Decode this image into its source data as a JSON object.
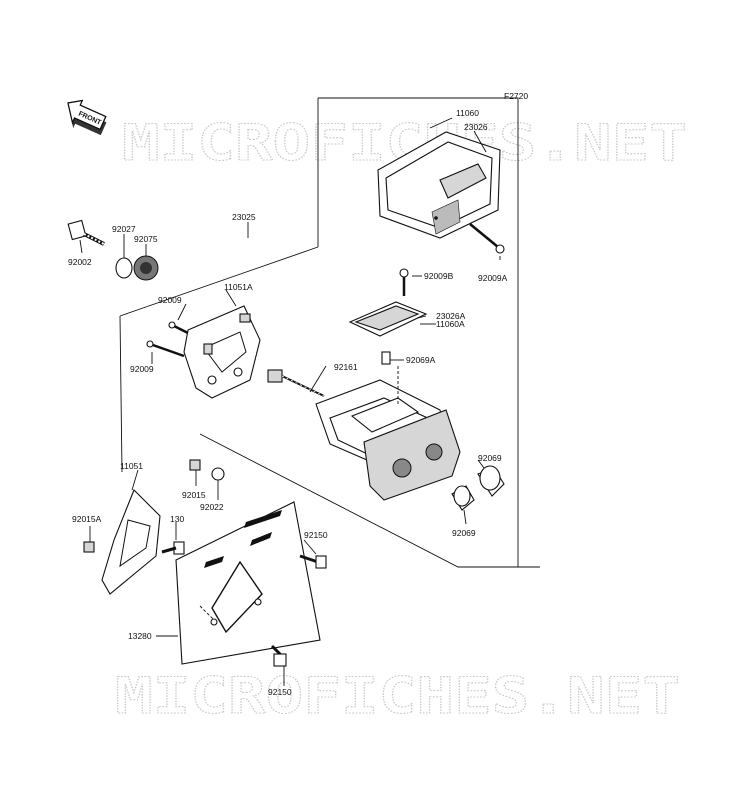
{
  "figure_code": "F2720",
  "front_marker": "FRONT",
  "watermarks": [
    "MICROFICHES.NET",
    "MICROFICHES.NET"
  ],
  "part_labels": {
    "p11060": "11060",
    "p23026": "23026",
    "p23025": "23025",
    "p92027": "92027",
    "p92075": "92075",
    "p92002": "92002",
    "p92009B": "92009B",
    "p92009A": "92009A",
    "p92009_top": "92009",
    "p11051A": "11051A",
    "p23026A": "23026A",
    "p11060A": "11060A",
    "p92009_left": "92009",
    "p92069A": "92069A",
    "p92161": "92161",
    "p11051": "11051",
    "p92015": "92015",
    "p92022": "92022",
    "p92069_top": "92069",
    "p92015A": "92015A",
    "p130": "130",
    "p92150_mid": "92150",
    "p92069_bot": "92069",
    "p13280": "13280",
    "p92150_bot": "92150"
  }
}
